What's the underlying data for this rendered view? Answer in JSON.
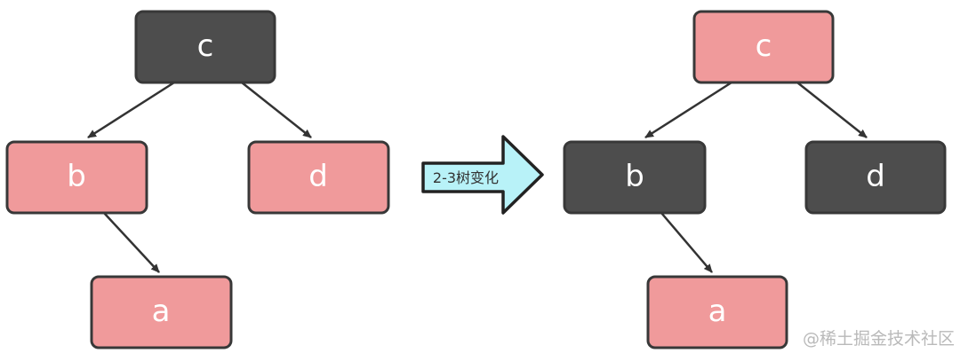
{
  "palette": {
    "background": "#ffffff",
    "dark_node": "#4d4d4d",
    "red_node": "#f09a9b",
    "node_border": "#383838",
    "node_text": "#ffffff",
    "edge": "#333333",
    "transform_arrow_fill": "#b8f2f8",
    "transform_arrow_border": "#222222",
    "transform_arrow_text": "#333333",
    "watermark": "#b9b9b9"
  },
  "transform_arrow": {
    "label": "2-3树变化"
  },
  "watermark": {
    "text": "@稀土掘金技术社区"
  },
  "trees": {
    "before": {
      "name": "binary-tree-before",
      "nodes": {
        "c": {
          "label": "c",
          "color": "dark"
        },
        "b": {
          "label": "b",
          "color": "red"
        },
        "d": {
          "label": "d",
          "color": "red"
        },
        "a": {
          "label": "a",
          "color": "red"
        }
      },
      "edges": [
        {
          "from": "c",
          "to": "b"
        },
        {
          "from": "c",
          "to": "d"
        },
        {
          "from": "b",
          "to": "a"
        }
      ]
    },
    "after": {
      "name": "binary-tree-after",
      "nodes": {
        "c": {
          "label": "c",
          "color": "red"
        },
        "b": {
          "label": "b",
          "color": "dark"
        },
        "d": {
          "label": "d",
          "color": "dark"
        },
        "a": {
          "label": "a",
          "color": "red"
        }
      },
      "edges": [
        {
          "from": "c",
          "to": "b"
        },
        {
          "from": "c",
          "to": "d"
        },
        {
          "from": "b",
          "to": "a"
        }
      ]
    }
  }
}
